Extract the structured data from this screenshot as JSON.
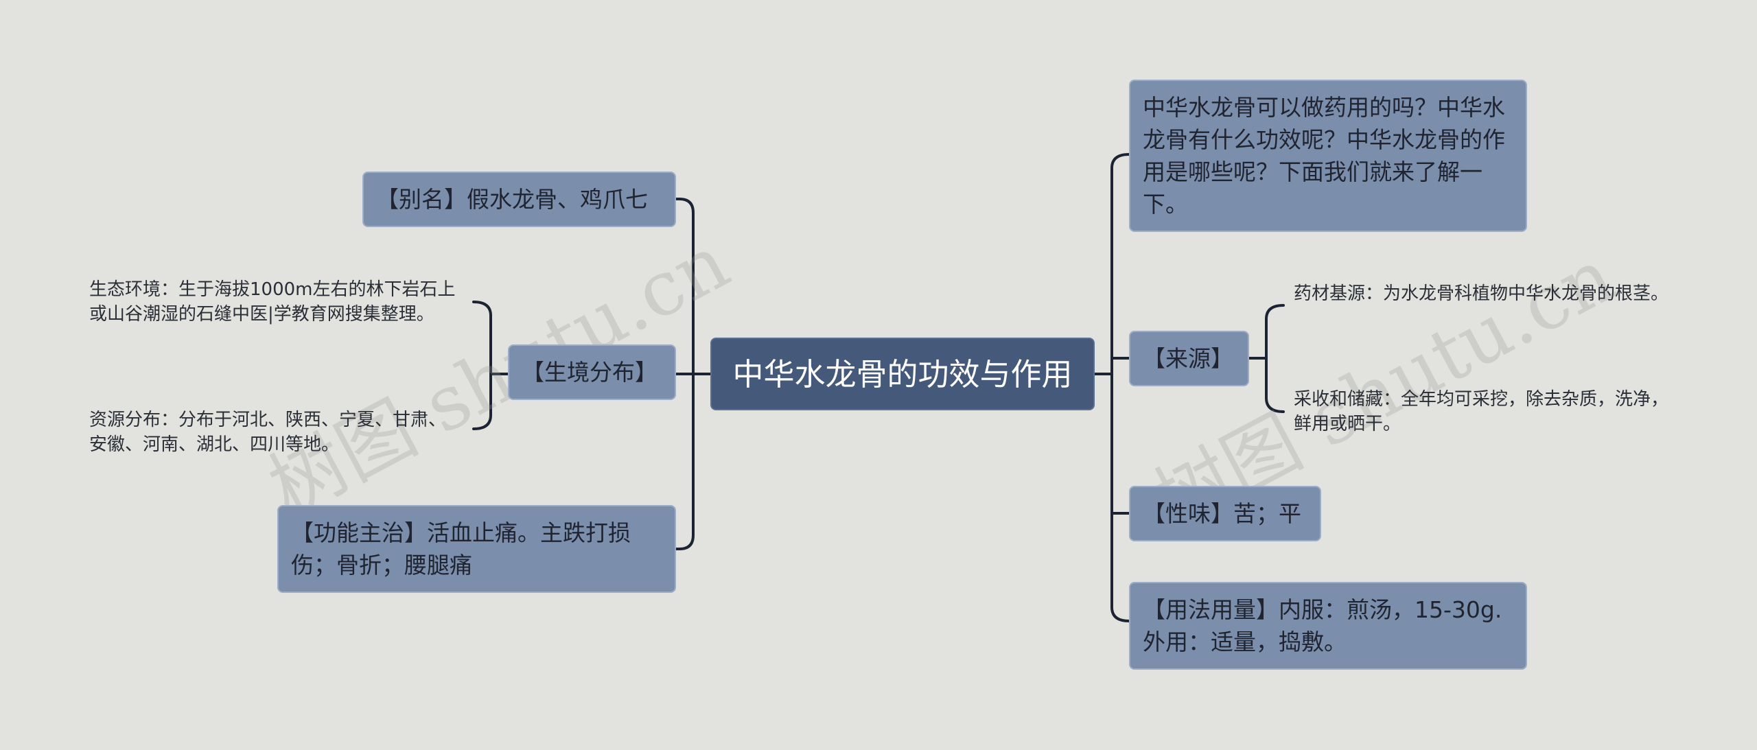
{
  "center": "中华水龙骨的功效与作用",
  "left": {
    "alias": "【别名】假水龙骨、鸡爪七",
    "habitat": {
      "label": "【生境分布】",
      "ecology": "生态环境：生于海拔1000m左右的林下岩石上或山谷潮湿的石缝中医|学教育网搜集整理。",
      "distribution": "资源分布：分布于河北、陕西、宁夏、甘肃、安徽、河南、湖北、四川等地。"
    },
    "function": "【功能主治】活血止痛。主跌打损伤；骨折；腰腿痛"
  },
  "right": {
    "intro": "中华水龙骨可以做药用的吗？中华水龙骨有什么功效呢？中华水龙骨的作用是哪些呢？下面我们就来了解一下。",
    "source": {
      "label": "【来源】",
      "base": "药材基源：为水龙骨科植物中华水龙骨的根茎。",
      "harvest": "采收和储藏：全年均可采挖，除去杂质，洗净，鲜用或晒干。"
    },
    "taste": "【性味】苦；平",
    "usage": "【用法用量】内服：煎汤，15-30g.外用：适量，捣敷。"
  },
  "watermark": [
    "树图 shutu.cn",
    "树图 shutu.cn"
  ]
}
